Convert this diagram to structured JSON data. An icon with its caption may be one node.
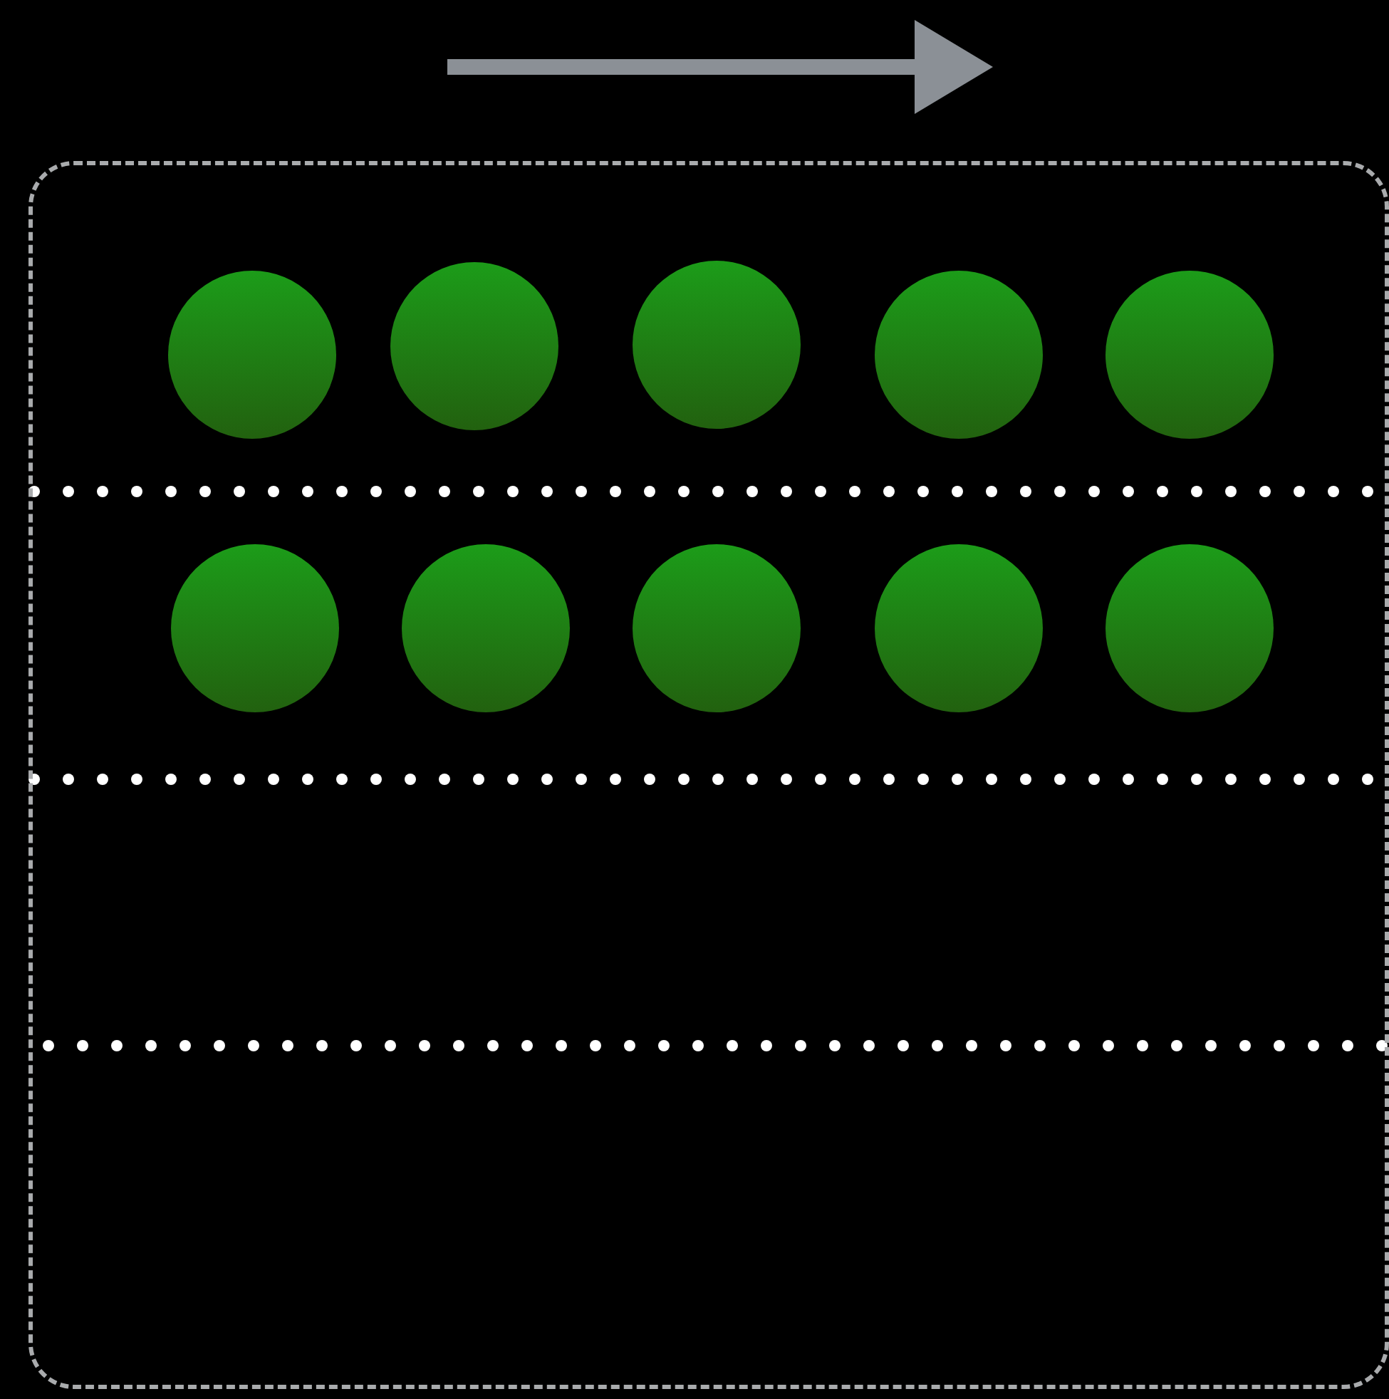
{
  "diagram": {
    "nodes": [
      {
        "text": [],
        "shape": "box"
      },
      {
        "text": [],
        "shape": "circle",
        "in": 0
      },
      {
        "text": [],
        "shape": "circle",
        "in": 0
      },
      {
        "text": [],
        "shape": "circle",
        "in": 0
      },
      {
        "text": [],
        "shape": "circle",
        "in": 0
      },
      {
        "text": [],
        "shape": "circle",
        "in": 0
      },
      {
        "text": [],
        "shape": "circle",
        "in": 0
      },
      {
        "text": [],
        "shape": "circle",
        "in": 0
      },
      {
        "text": [],
        "shape": "circle",
        "in": 0
      },
      {
        "text": [],
        "shape": "circle",
        "in": 0
      },
      {
        "text": [],
        "shape": "circle",
        "in": 0
      }
    ]
  }
}
